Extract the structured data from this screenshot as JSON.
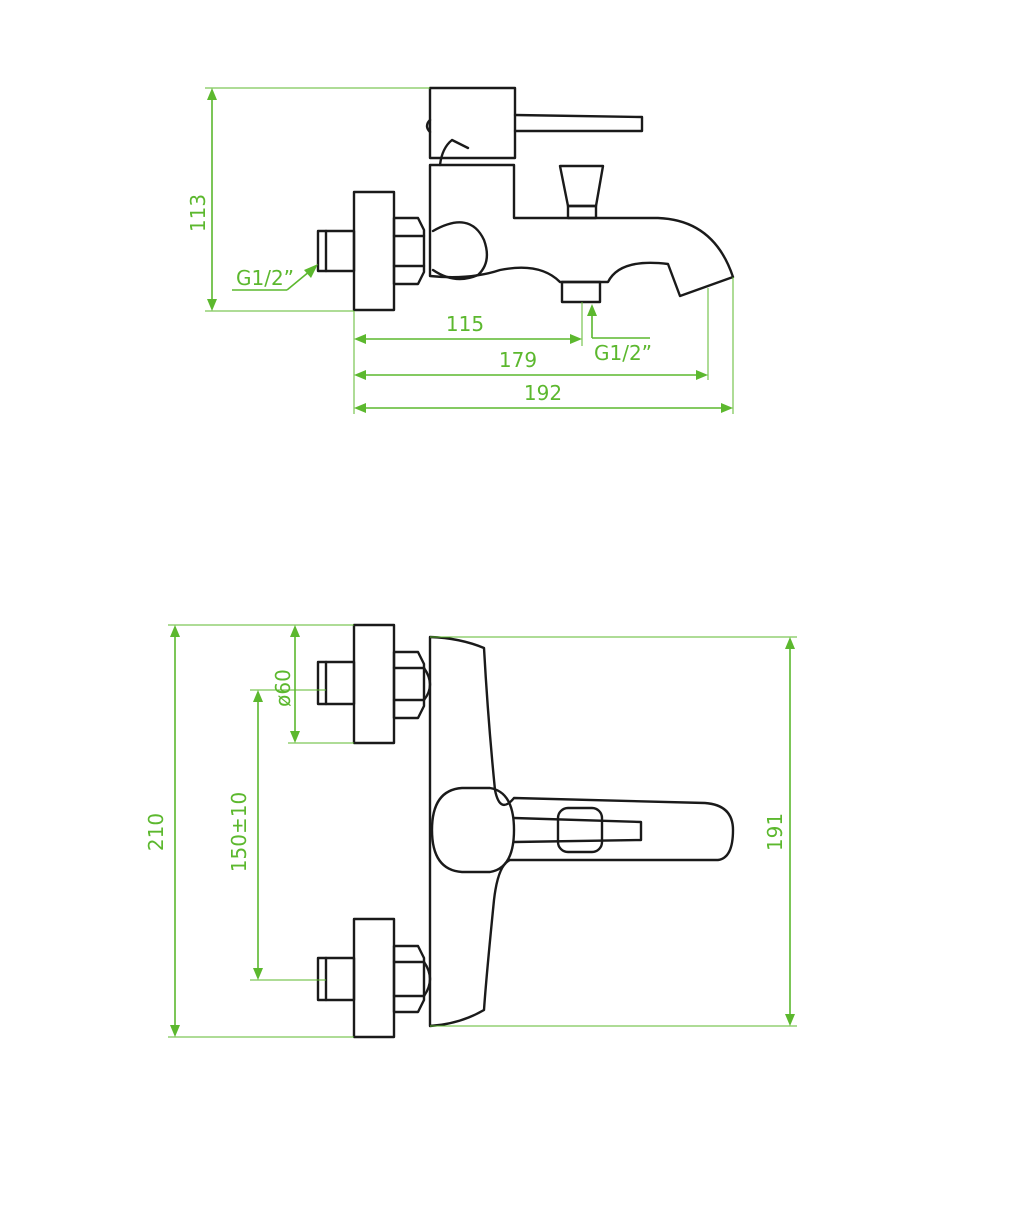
{
  "side_view": {
    "height_label": "113",
    "inlet_thread_label": "G1/2”",
    "outlet_thread_label": "G1/2”",
    "dim_to_outlet": "115",
    "dim_to_spout_tip": "179",
    "dim_overall_length": "192"
  },
  "top_view": {
    "overall_height_label": "210",
    "center_distance_label": "150±10",
    "flange_diameter_label": "ø60",
    "body_length_label": "191"
  },
  "colors": {
    "dimension": "#5cb82e",
    "outline": "#1a1a1a"
  }
}
